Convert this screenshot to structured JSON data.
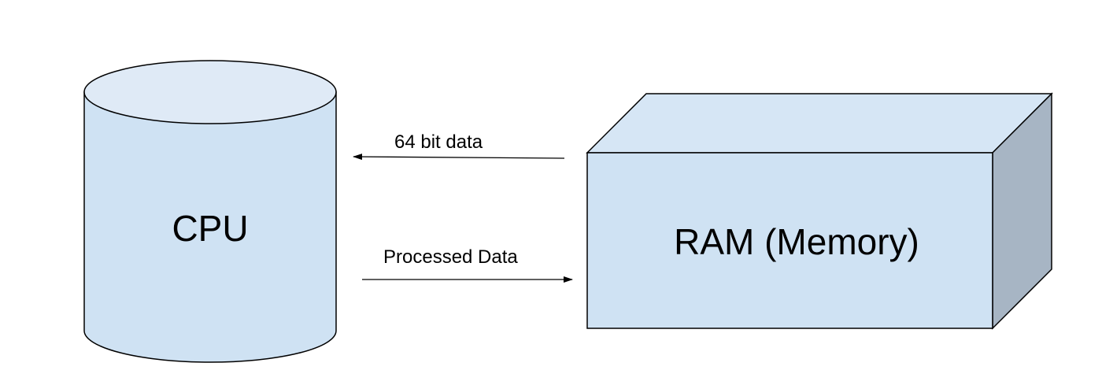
{
  "nodes": {
    "cpu": {
      "label": "CPU"
    },
    "ram": {
      "label": "RAM (Memory)"
    }
  },
  "edges": {
    "ram_to_cpu": {
      "label": "64 bit data",
      "from": "ram",
      "to": "cpu"
    },
    "cpu_to_ram": {
      "label": "Processed Data",
      "from": "cpu",
      "to": "ram"
    }
  },
  "colors": {
    "cpu_body": "#cfe2f3",
    "cpu_top": "#dfeaf6",
    "ram_front": "#cfe2f3",
    "ram_top": "#d6e6f5",
    "ram_side": "#a7b5c4",
    "stroke": "#000000"
  },
  "shapes": {
    "cpu": "cylinder",
    "ram": "3d-box"
  }
}
